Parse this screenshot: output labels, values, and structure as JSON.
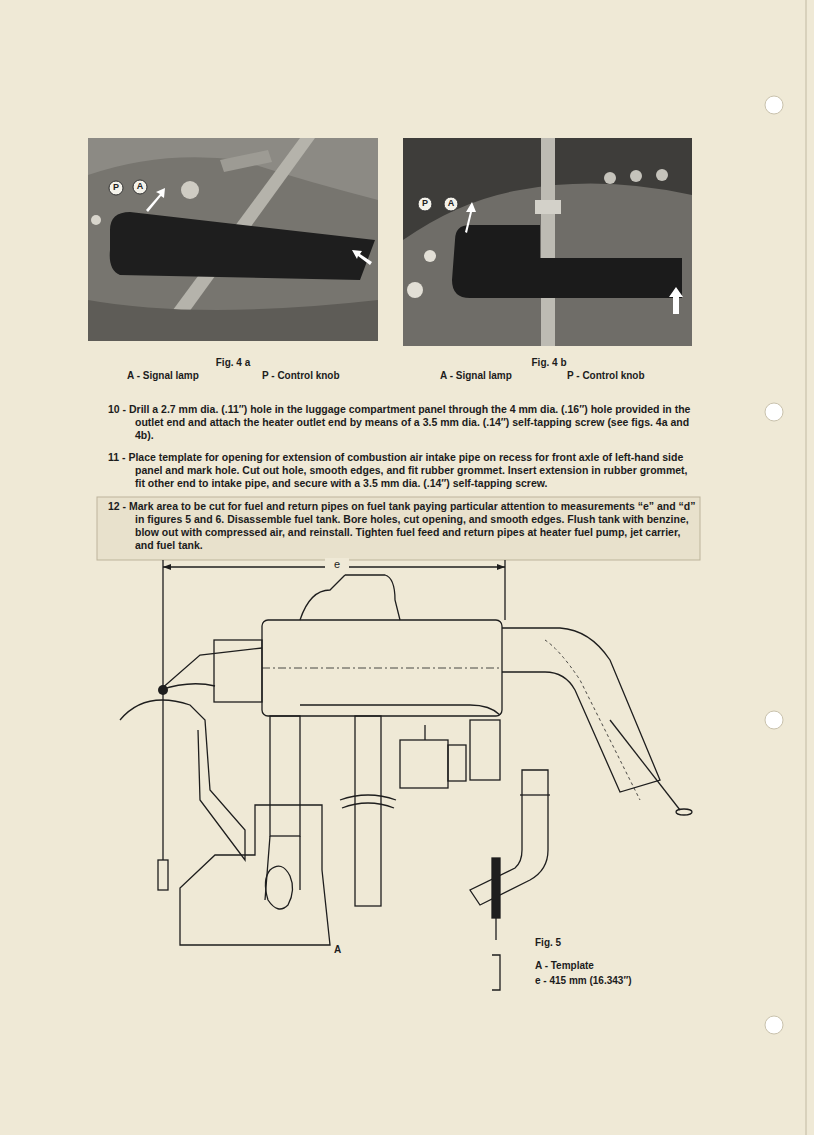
{
  "diagram": {
    "labels": [
      "P",
      "A",
      "P",
      "A",
      "Fig. 4 a",
      "A - Signal lamp",
      "P - Control knob",
      "Fig. 4 b",
      "A - Signal lamp",
      "P - Control knob",
      "10 - Drill a 2.7 mm dia. (.11″) hole in the luggage compartment panel through the 4 mm dia. (.16″) hole provided in the outlet end and attach the heater outlet end by means of a 3.5 mm dia. (.14″) self-tapping screw (see figs. 4a and 4b).",
      "11 - Place template for opening for extension of combustion air intake pipe on recess for front axle of left-hand side panel and mark hole. Cut out hole, smooth edges, and fit rubber grommet. Insert extension in rubber grommet, fit other end to intake pipe, and secure with a 3.5 mm dia. (.14″) self-tapping screw.",
      "12 - Mark area to be cut for fuel and return pipes on fuel tank paying particular attention to measurements “e” and “d” in figures 5 and 6. Disassemble fuel tank. Bore holes, cut opening, and smooth edges. Flush tank with benzine, blow out with compressed air, and reinstall. Tighten fuel feed and return pipes at heater fuel pump, jet carrier, and fuel tank.",
      "e",
      "A",
      "Fig. 5",
      "A - Template",
      "e - 415 mm (16.343″)"
    ]
  }
}
